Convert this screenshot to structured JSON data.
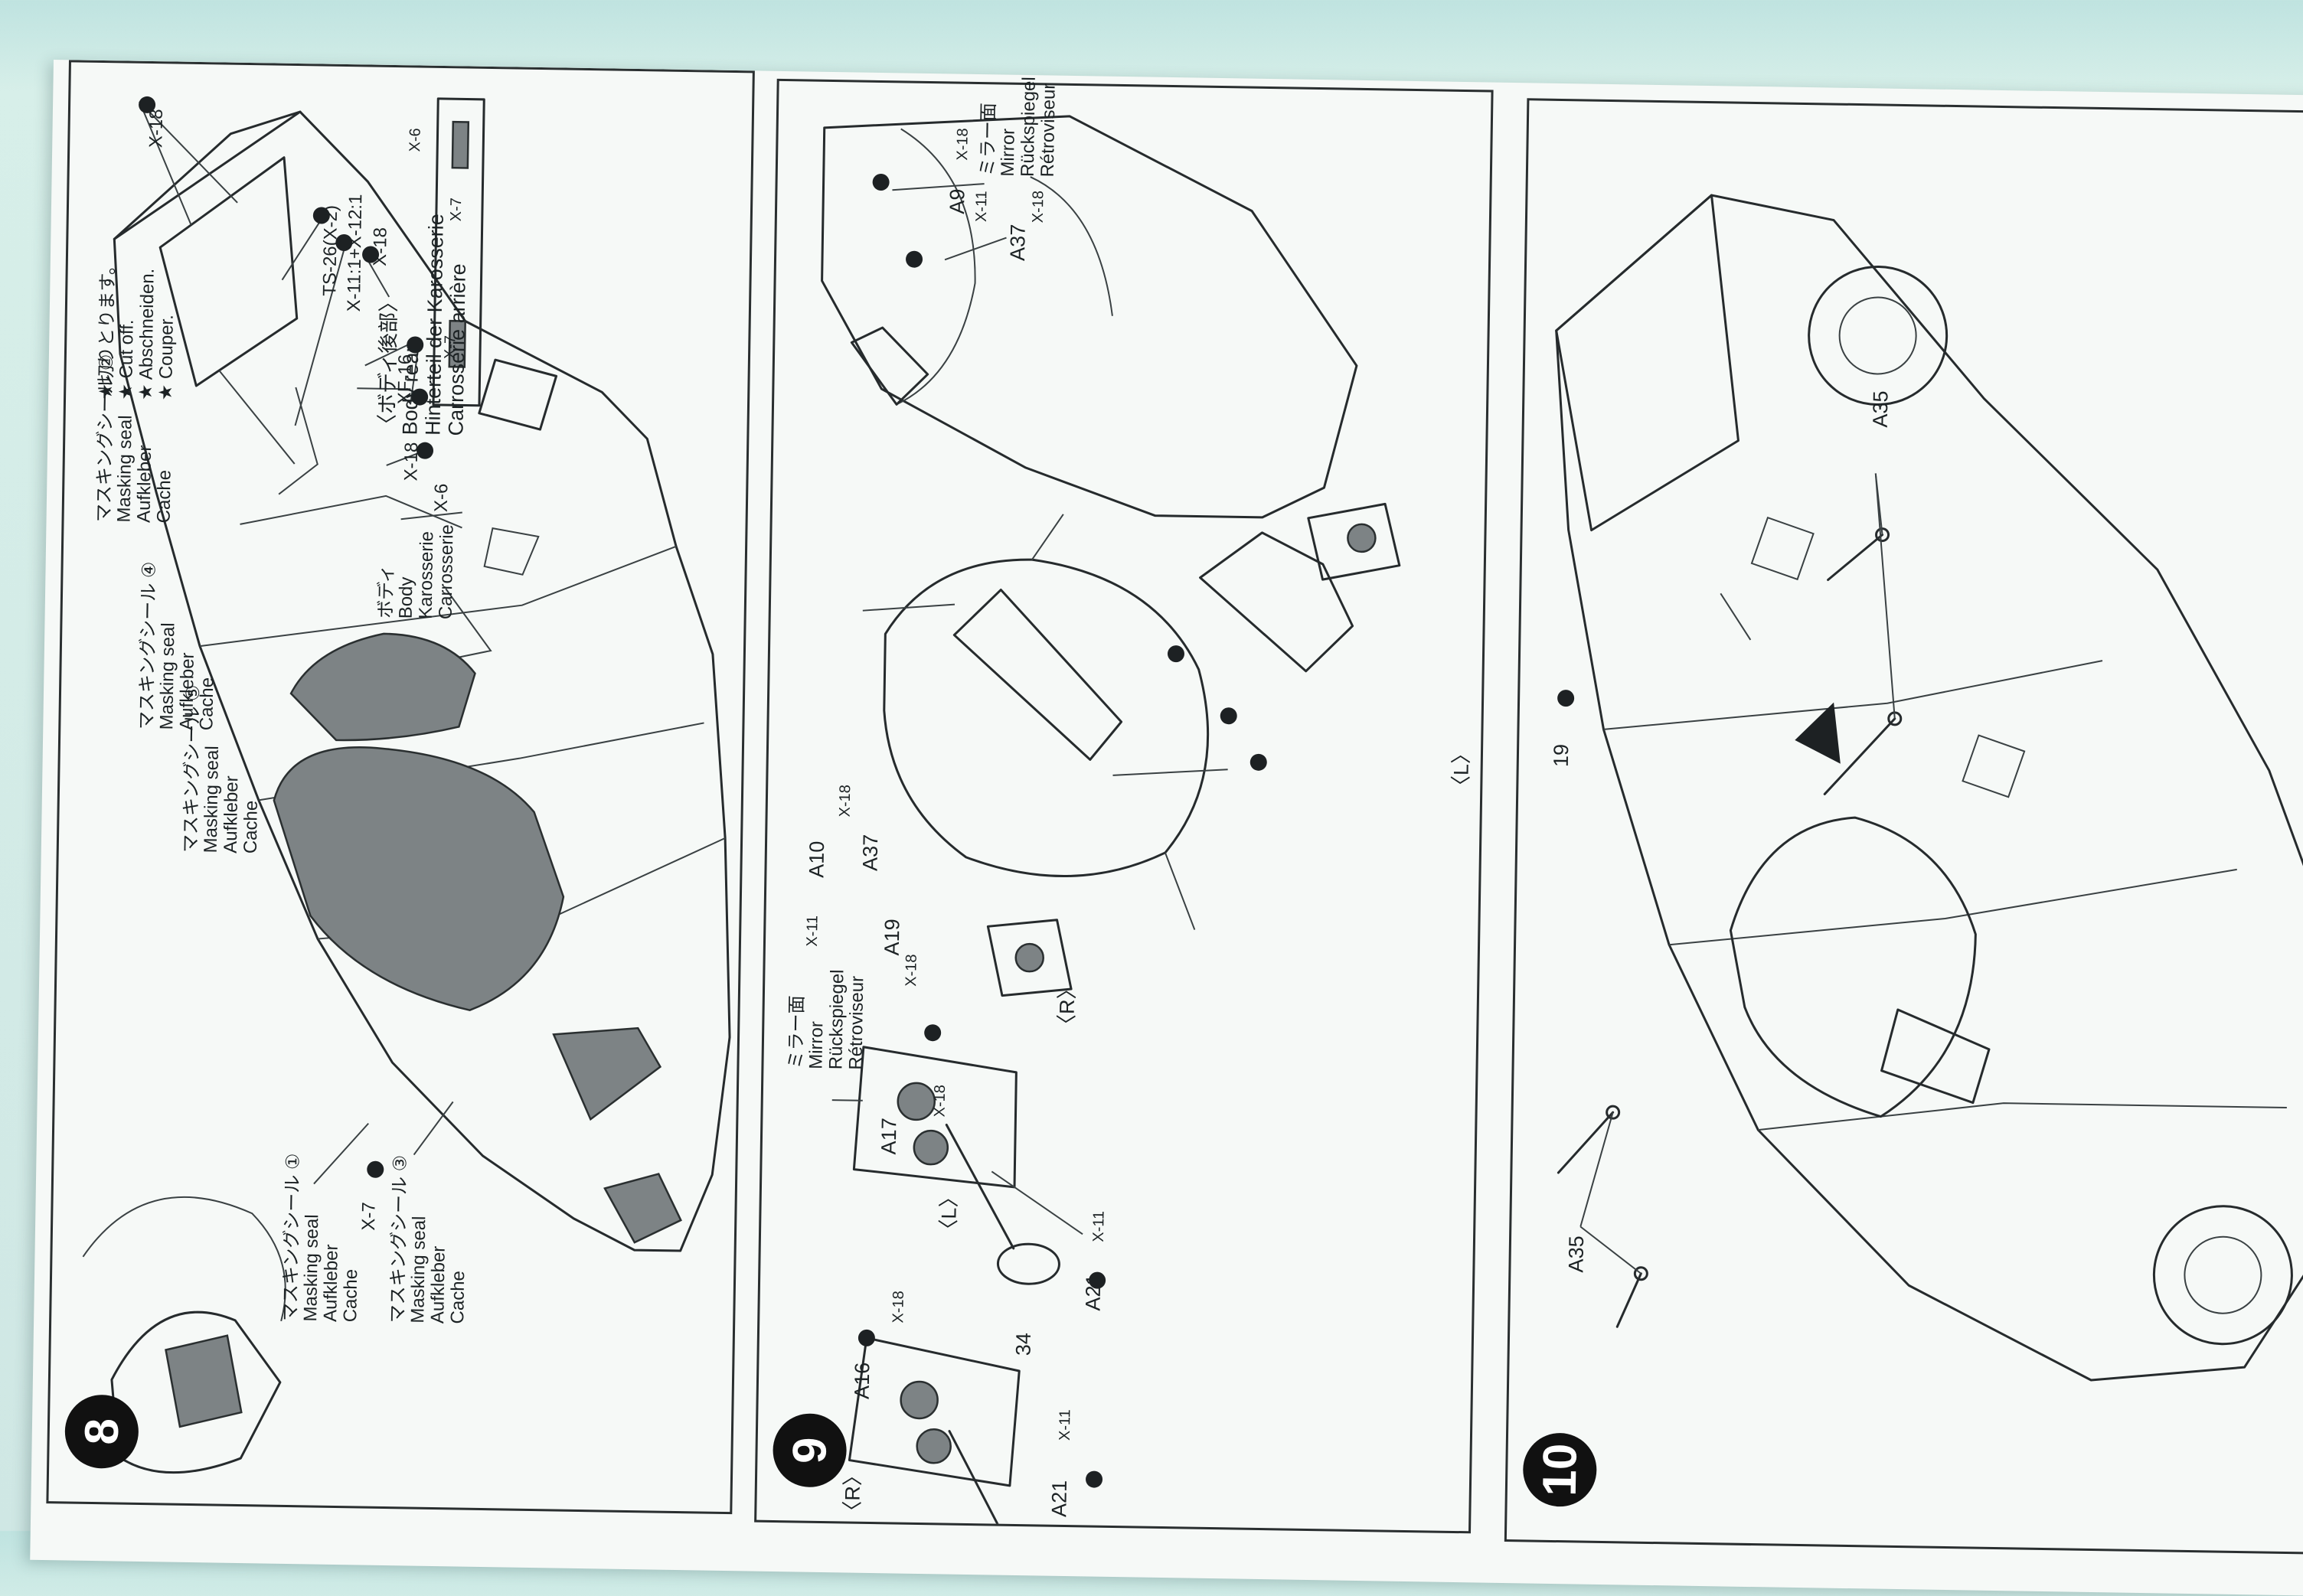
{
  "steps": [
    {
      "number": "8",
      "labels": {
        "x18_top": "X-18",
        "ts26": "TS-26(X-2)",
        "x11_mix": "X-11:1+X-12:1",
        "x18_a": "X-18",
        "body_rear_jp": "〈ボディ後部〉",
        "body_rear_en": "Body rear",
        "body_rear_de": "Hinterteil der Karosserie",
        "body_rear_fr": "Carrosserie arrière",
        "x6_top": "X-6",
        "x7_top": "X-7",
        "x7_mid": "X-7",
        "xf16": "XF-16",
        "x18_b": "X-18",
        "x6_b": "X-6",
        "body_jp": "ボディ",
        "body_en": "Body",
        "body_de": "Karosserie",
        "body_fr": "Carrosserie",
        "cut_jp": "★切りとります。",
        "cut_en": "★ Cut off.",
        "cut_de": "★ Abschneiden.",
        "cut_fr": "★ Couper.",
        "seal2_jp": "マスキングシール ②",
        "seal4_jp": "マスキングシール ④",
        "seal5_jp": "マスキングシール ⑤",
        "seal1_jp": "マスキングシール ①",
        "seal3_jp": "マスキングシール ③",
        "seal_en": "Masking seal",
        "seal_de": "Aufkleber",
        "seal_fr": "Cache",
        "x7_bottom": "X-7"
      }
    },
    {
      "number": "9",
      "labels": {
        "a9": "A9",
        "a9_paint": "X-18",
        "a9_x11": "X-11",
        "mirror_jp": "ミラー面",
        "mirror_en": "Mirror",
        "mirror_de": "Rückspiegel",
        "mirror_fr": "Rétroviseur",
        "a37_top": "A37",
        "a37_paint": "X-18",
        "left_top": "〈L〉",
        "a10": "A10",
        "a10_x11": "X-11",
        "x18_c": "X-18",
        "a37_mid": "A37",
        "a19": "A19",
        "a19_paint": "X-18",
        "right_mid": "〈R〉",
        "mirror2_jp": "ミラー面",
        "mirror2_en": "Mirror",
        "mirror2_de": "Rückspiegel",
        "mirror2_fr": "Rétroviseur",
        "a17": "A17",
        "a17_paint": "X-18",
        "left_bottom": "〈L〉",
        "a21_top": "A21",
        "a21_top_paint": "X-11",
        "part34": "34",
        "a16": "A16",
        "a16_paint": "X-18",
        "right_bottom": "〈R〉",
        "a21_bottom": "A21",
        "a21_bottom_paint": "X-11"
      }
    },
    {
      "number": "10",
      "labels": {
        "a35_top": "A35",
        "a35_bottom": "A35",
        "part19": "19"
      }
    }
  ]
}
